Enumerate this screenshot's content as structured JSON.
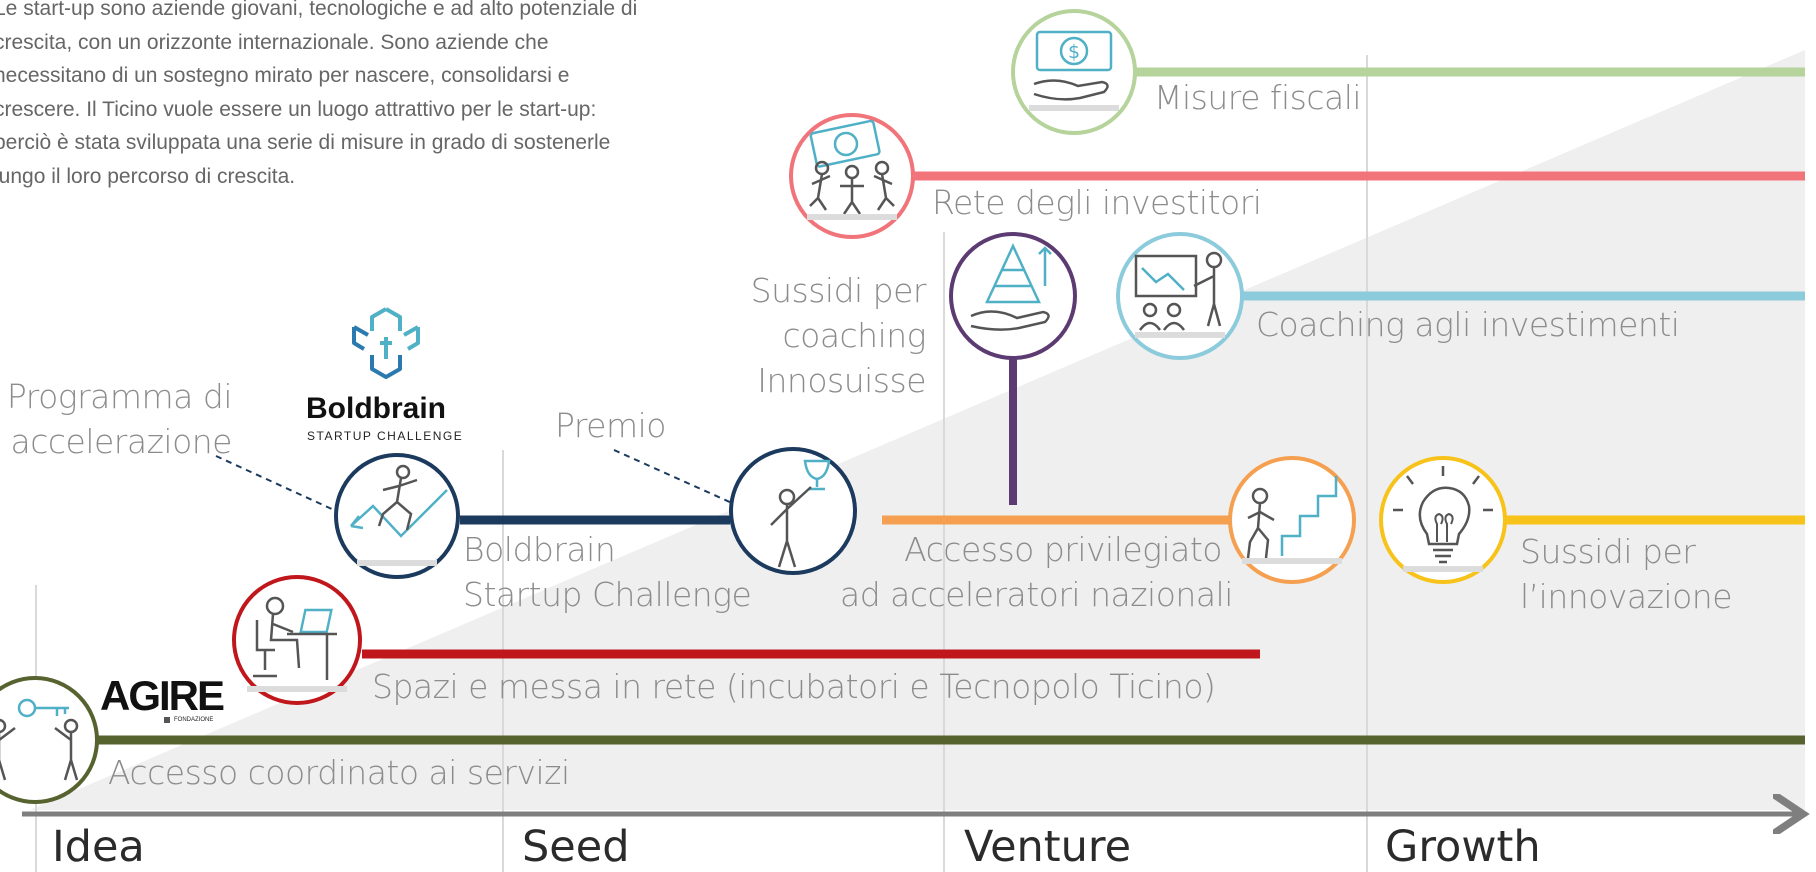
{
  "intro_text": "Le start-up sono aziende giovani, tecnologiche e ad alto potenziale di crescita, con un orizzonte internazionale. Sono aziende che necessitano di un sostegno mirato per nascere, consolidarsi e crescere. Il Ticino vuole essere un luogo attrattivo per le start-up: perciò è stata sviluppata una serie di misure in grado di sostenerle lungo il loro percorso di crescita.",
  "stages": [
    "Idea",
    "Seed",
    "Venture",
    "Growth"
  ],
  "logos": {
    "agire": {
      "name": "AGIRE",
      "sub": "FONDAZIONE"
    },
    "boldbrain": {
      "name": "Boldbrain",
      "sub": "STARTUP CHALLENGE"
    }
  },
  "measures": {
    "misure_fiscali": {
      "label": "Misure fiscali",
      "color": "#b5d39a",
      "icon": "money-hand-icon"
    },
    "rete_investitori": {
      "label": "Rete degli investitori",
      "color": "#f07479",
      "icon": "investors-icon"
    },
    "sussidi_coaching": {
      "label": "Sussidi per coaching Innosuisse",
      "lines": [
        "Sussidi per",
        "coaching",
        "Innosuisse"
      ],
      "color": "#5c3b73",
      "icon": "pyramid-hand-icon"
    },
    "coaching_investimenti": {
      "label": "Coaching agli investimenti",
      "color": "#8ccbdb",
      "icon": "presentation-icon"
    },
    "programma_accelerazione": {
      "lines": [
        "Programma di",
        "accelerazione"
      ]
    },
    "premio": {
      "label": "Premio"
    },
    "boldbrain": {
      "lines": [
        "Boldbrain",
        "Startup Challenge"
      ],
      "color": "#1b3a5e",
      "icon": "runner-growth-icon"
    },
    "premio_icon": {
      "color": "#1b3a5e",
      "icon": "trophy-person-icon"
    },
    "acceleratori": {
      "lines": [
        "Accesso privilegiato",
        "ad acceleratori nazionali"
      ],
      "color": "#f5a050",
      "icon": "stairs-icon"
    },
    "innovazione": {
      "lines": [
        "Sussidi per",
        "l’innovazione"
      ],
      "color": "#f7c31a",
      "icon": "lightbulb-icon"
    },
    "spazi": {
      "label": "Spazi e messa in rete  (incubatori e Tecnopolo Ticino)",
      "color": "#c0171c",
      "icon": "desk-worker-icon"
    },
    "accesso": {
      "label": "Accesso coordinato ai servizi",
      "color": "#56632e",
      "icon": "key-people-icon"
    }
  },
  "colors": {
    "axis": "#7f7f7f",
    "wedge": "#efefef",
    "gridline": "#d9d9d9",
    "text": "#8c8c8c"
  }
}
